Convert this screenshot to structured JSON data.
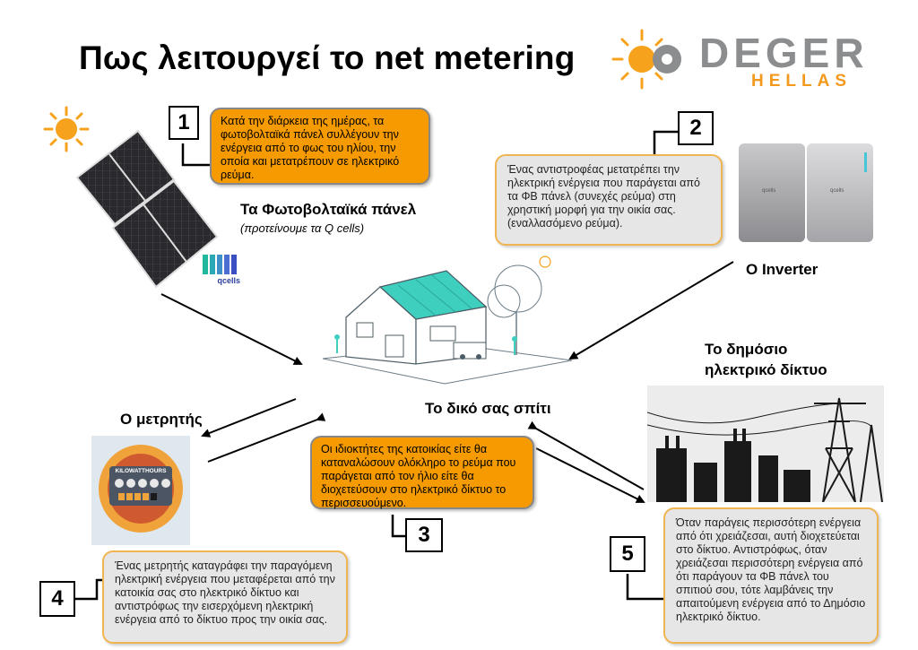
{
  "title": "Πως λειτουργεί το net metering",
  "logo": {
    "name": "DEGER",
    "sub": "HELLAS"
  },
  "steps": [
    {
      "num": "1",
      "text": "Κατά την διάρκεια της ημέρας, τα φωτοβολταϊκά πάνελ συλλέγουν την ενέργεια από το φως του ηλίου, την οποία και μετατρέπουν σε ηλεκτρικό ρεύμα."
    },
    {
      "num": "2",
      "text": "Ένας αντιστροφέας μετατρέπει την ηλεκτρική ενέργεια που παράγεται από τα ΦΒ πάνελ (συνεχές ρεύμα) στη χρηστική μορφή για την οικία σας. (εναλλασόμενο ρεύμα)."
    },
    {
      "num": "3",
      "text": "Οι ιδιοκτήτες της κατοικίας είτε θα καταναλώσουν ολόκληρο το ρεύμα που παράγεται από τον ήλιο είτε θα διοχετεύσουν στο ηλεκτρικό δίκτυο το περισσευούμενο."
    },
    {
      "num": "4",
      "text": "Ένας μετρητής καταγράφει την παραγόμενη ηλεκτρική ενέργεια που μεταφέρεται από την κατοικία σας στο ηλεκτρικό δίκτυο και αντιστρόφως την εισερχόμενη ηλεκτρική ενέργεια από το δίκτυο προς την οικία σας."
    },
    {
      "num": "5",
      "text": "Όταν παράγεις περισσότερη ενέργεια από ότι χρειάζεσαι, αυτή διοχετεύεται στο δίκτυο. Αντιστρόφως, όταν χρειάζεσαι περισσότερη ενέργεια από ότι παράγουν τα ΦΒ πάνελ του σπιτιού σου, τότε λαμβάνεις την απαιτούμενη ενέργεια από το Δημόσιο ηλεκτρικό δίκτυο."
    }
  ],
  "labels": {
    "panels": "Τα Φωτοβολταϊκά πάνελ",
    "panels_sub": "(προτείνουμε τα Q cells)",
    "inverter": "O Inverter",
    "grid_line1": "Το δημόσιο",
    "grid_line2": "ηλεκτρικό δίκτυο",
    "house": "Το δικό σας σπίτι",
    "meter": "Ο μετρητής",
    "qcells": "qcells",
    "kwh": "KILOWATTHOURS"
  }
}
